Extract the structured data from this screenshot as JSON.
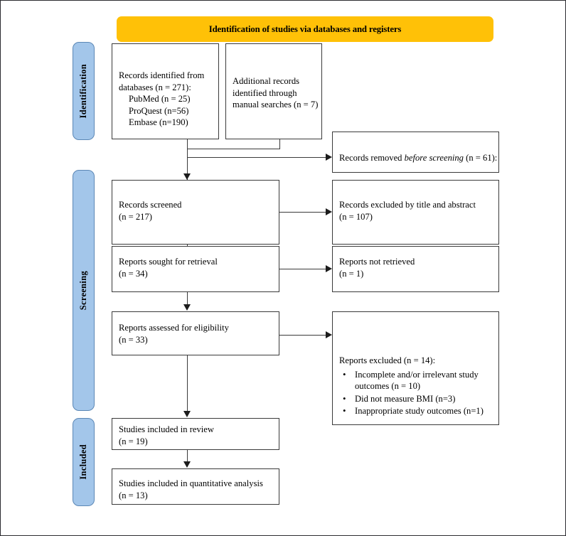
{
  "diagram": {
    "title": "PRISMA flow diagram",
    "banner_label": "Identification of studies via databases and registers",
    "colors": {
      "banner": "#FFC107",
      "stage_pill": "#A3C6EA",
      "box_border": "#3A3A3A",
      "connector": "#3A3A3A"
    }
  },
  "stages": [
    {
      "label": "Identification"
    },
    {
      "label": "Screening"
    },
    {
      "label": "Included"
    }
  ],
  "boxes": {
    "records_identified": {
      "line1": "Records identified from",
      "line2": "databases (n = 271):",
      "line3": "PubMed (n = 25)",
      "line4": "ProQuest (n=56)",
      "line5": "Embase (n=190)"
    },
    "additional_records": {
      "line1": "Additional records",
      "line2": "identified through",
      "line3": "manual searches (n = 7)"
    },
    "records_removed": {
      "prefix": "Records removed ",
      "emphasis": "before screening",
      "suffix": " (n = 61):"
    },
    "records_screened": {
      "line1": "Records screened",
      "line2": "(n = 217)"
    },
    "records_excluded": {
      "line1": "Records excluded by title and abstract",
      "line2": "(n = 107)"
    },
    "reports_sought": {
      "line1": "Reports sought for retrieval",
      "line2": "(n = 34)"
    },
    "reports_not_retrieved": {
      "line1": "Reports not retrieved",
      "line2": "(n = 1)"
    },
    "reports_assessed": {
      "line1": "Reports assessed for eligibility",
      "line2": "(n = 33)"
    },
    "reports_excluded": {
      "heading": "Reports excluded (n = 14):",
      "items": [
        "Incomplete and/or irrelevant study outcomes (n = 10)",
        "Did not measure BMI (n=3)",
        "Inappropriate study outcomes (n=1)"
      ]
    },
    "studies_included_review": {
      "line1": "Studies included in review",
      "line2": "(n = 19)"
    },
    "studies_included_quant": {
      "line1": "Studies included in quantitative analysis",
      "line2": "(n = 13)"
    }
  },
  "chart_data": {
    "type": "diagram",
    "title": "Identification of studies via databases and registers",
    "nodes": [
      {
        "id": "records_identified",
        "stage": "Identification",
        "label": "Records identified from databases",
        "n": 271,
        "breakdown": [
          {
            "source": "PubMed",
            "n": 25
          },
          {
            "source": "ProQuest",
            "n": 56
          },
          {
            "source": "Embase",
            "n": 190
          }
        ]
      },
      {
        "id": "additional_records",
        "stage": "Identification",
        "label": "Additional records identified through manual searches",
        "n": 7
      },
      {
        "id": "records_removed",
        "stage": "Identification",
        "label": "Records removed before screening",
        "n": 61
      },
      {
        "id": "records_screened",
        "stage": "Screening",
        "label": "Records screened",
        "n": 217
      },
      {
        "id": "records_excluded",
        "stage": "Screening",
        "label": "Records excluded by title and abstract",
        "n": 107
      },
      {
        "id": "reports_sought",
        "stage": "Screening",
        "label": "Reports sought for retrieval",
        "n": 34
      },
      {
        "id": "reports_not_retrieved",
        "stage": "Screening",
        "label": "Reports not retrieved",
        "n": 1
      },
      {
        "id": "reports_assessed",
        "stage": "Screening",
        "label": "Reports assessed for eligibility",
        "n": 33
      },
      {
        "id": "reports_excluded",
        "stage": "Screening",
        "label": "Reports excluded",
        "n": 14,
        "breakdown": [
          {
            "reason": "Incomplete and/or irrelevant study outcomes",
            "n": 10
          },
          {
            "reason": "Did not measure BMI",
            "n": 3
          },
          {
            "reason": "Inappropriate study outcomes",
            "n": 1
          }
        ]
      },
      {
        "id": "studies_included_review",
        "stage": "Included",
        "label": "Studies included in review",
        "n": 19
      },
      {
        "id": "studies_included_quant",
        "stage": "Included",
        "label": "Studies included in quantitative analysis",
        "n": 13
      }
    ],
    "edges": [
      {
        "from": "records_identified",
        "to": "records_screened"
      },
      {
        "from": "additional_records",
        "to": "records_screened"
      },
      {
        "from": "records_identified",
        "to": "records_removed"
      },
      {
        "from": "records_screened",
        "to": "records_excluded"
      },
      {
        "from": "records_screened",
        "to": "reports_sought"
      },
      {
        "from": "reports_sought",
        "to": "reports_not_retrieved"
      },
      {
        "from": "reports_sought",
        "to": "reports_assessed"
      },
      {
        "from": "reports_assessed",
        "to": "reports_excluded"
      },
      {
        "from": "reports_assessed",
        "to": "studies_included_review"
      },
      {
        "from": "studies_included_review",
        "to": "studies_included_quant"
      }
    ]
  }
}
